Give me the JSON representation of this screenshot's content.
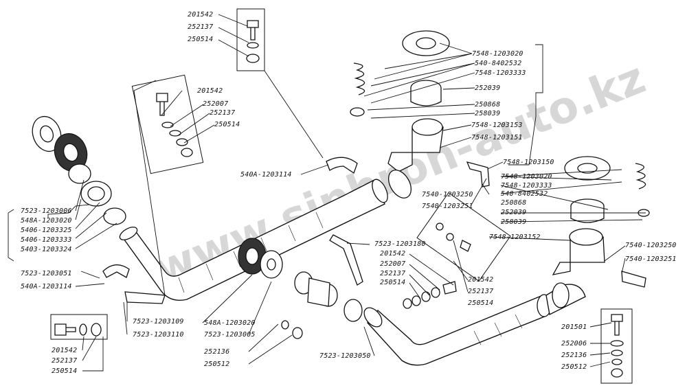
{
  "diagram": {
    "watermark": "www.sinhron-auto.kz",
    "callouts": [
      {
        "id": "c1",
        "text": "201542"
      },
      {
        "id": "c2",
        "text": "252137"
      },
      {
        "id": "c3",
        "text": "250514"
      },
      {
        "id": "c4",
        "text": "201542"
      },
      {
        "id": "c5",
        "text": "252007"
      },
      {
        "id": "c6",
        "text": "252137"
      },
      {
        "id": "c7",
        "text": "250514"
      },
      {
        "id": "c8",
        "text": "540А-1203114"
      },
      {
        "id": "c9",
        "text": "7548-1203020"
      },
      {
        "id": "c10",
        "text": "540-8402532"
      },
      {
        "id": "c11",
        "text": "7548-1203333"
      },
      {
        "id": "c12",
        "text": "252039"
      },
      {
        "id": "c13",
        "text": "250868"
      },
      {
        "id": "c14",
        "text": "258039"
      },
      {
        "id": "c15",
        "text": "7548-1203153"
      },
      {
        "id": "c16",
        "text": "7548-1203151"
      },
      {
        "id": "c17",
        "text": "7548-1203150"
      },
      {
        "id": "c18",
        "text": "7548-1203020"
      },
      {
        "id": "c19",
        "text": "7548-1203333"
      },
      {
        "id": "c20",
        "text": "540-8402532"
      },
      {
        "id": "c21",
        "text": "250868"
      },
      {
        "id": "c22",
        "text": "252039"
      },
      {
        "id": "c23",
        "text": "258039"
      },
      {
        "id": "c24",
        "text": "7540-1203250"
      },
      {
        "id": "c25",
        "text": "7540-1203251"
      },
      {
        "id": "c26",
        "text": "7548-1203152"
      },
      {
        "id": "c27",
        "text": "7540-1203250"
      },
      {
        "id": "c28",
        "text": "7540-1203251"
      },
      {
        "id": "c29",
        "text": "7523-1203006"
      },
      {
        "id": "c30",
        "text": "548А-1203020"
      },
      {
        "id": "c31",
        "text": "5406-1203325"
      },
      {
        "id": "c32",
        "text": "5406-1203333"
      },
      {
        "id": "c33",
        "text": "5403-1203324"
      },
      {
        "id": "c34",
        "text": "7523-1203051"
      },
      {
        "id": "c35",
        "text": "540А-1203114"
      },
      {
        "id": "c36",
        "text": "7523-1203180"
      },
      {
        "id": "c37",
        "text": "201542"
      },
      {
        "id": "c38",
        "text": "252007"
      },
      {
        "id": "c39",
        "text": "252137"
      },
      {
        "id": "c40",
        "text": "250514"
      },
      {
        "id": "c41",
        "text": "201542"
      },
      {
        "id": "c42",
        "text": "252137"
      },
      {
        "id": "c43",
        "text": "250514"
      },
      {
        "id": "c44",
        "text": "7523-1203109"
      },
      {
        "id": "c45",
        "text": "7523-1203110"
      },
      {
        "id": "c46",
        "text": "548А-1203020"
      },
      {
        "id": "c47",
        "text": "7523-1203005"
      },
      {
        "id": "c48",
        "text": "252136"
      },
      {
        "id": "c49",
        "text": "250512"
      },
      {
        "id": "c50",
        "text": "7523-1203050"
      },
      {
        "id": "c51",
        "text": "201542"
      },
      {
        "id": "c52",
        "text": "252137"
      },
      {
        "id": "c53",
        "text": "250514"
      },
      {
        "id": "c54",
        "text": "201501"
      },
      {
        "id": "c55",
        "text": "252006"
      },
      {
        "id": "c56",
        "text": "252136"
      },
      {
        "id": "c57",
        "text": "250512"
      }
    ]
  }
}
